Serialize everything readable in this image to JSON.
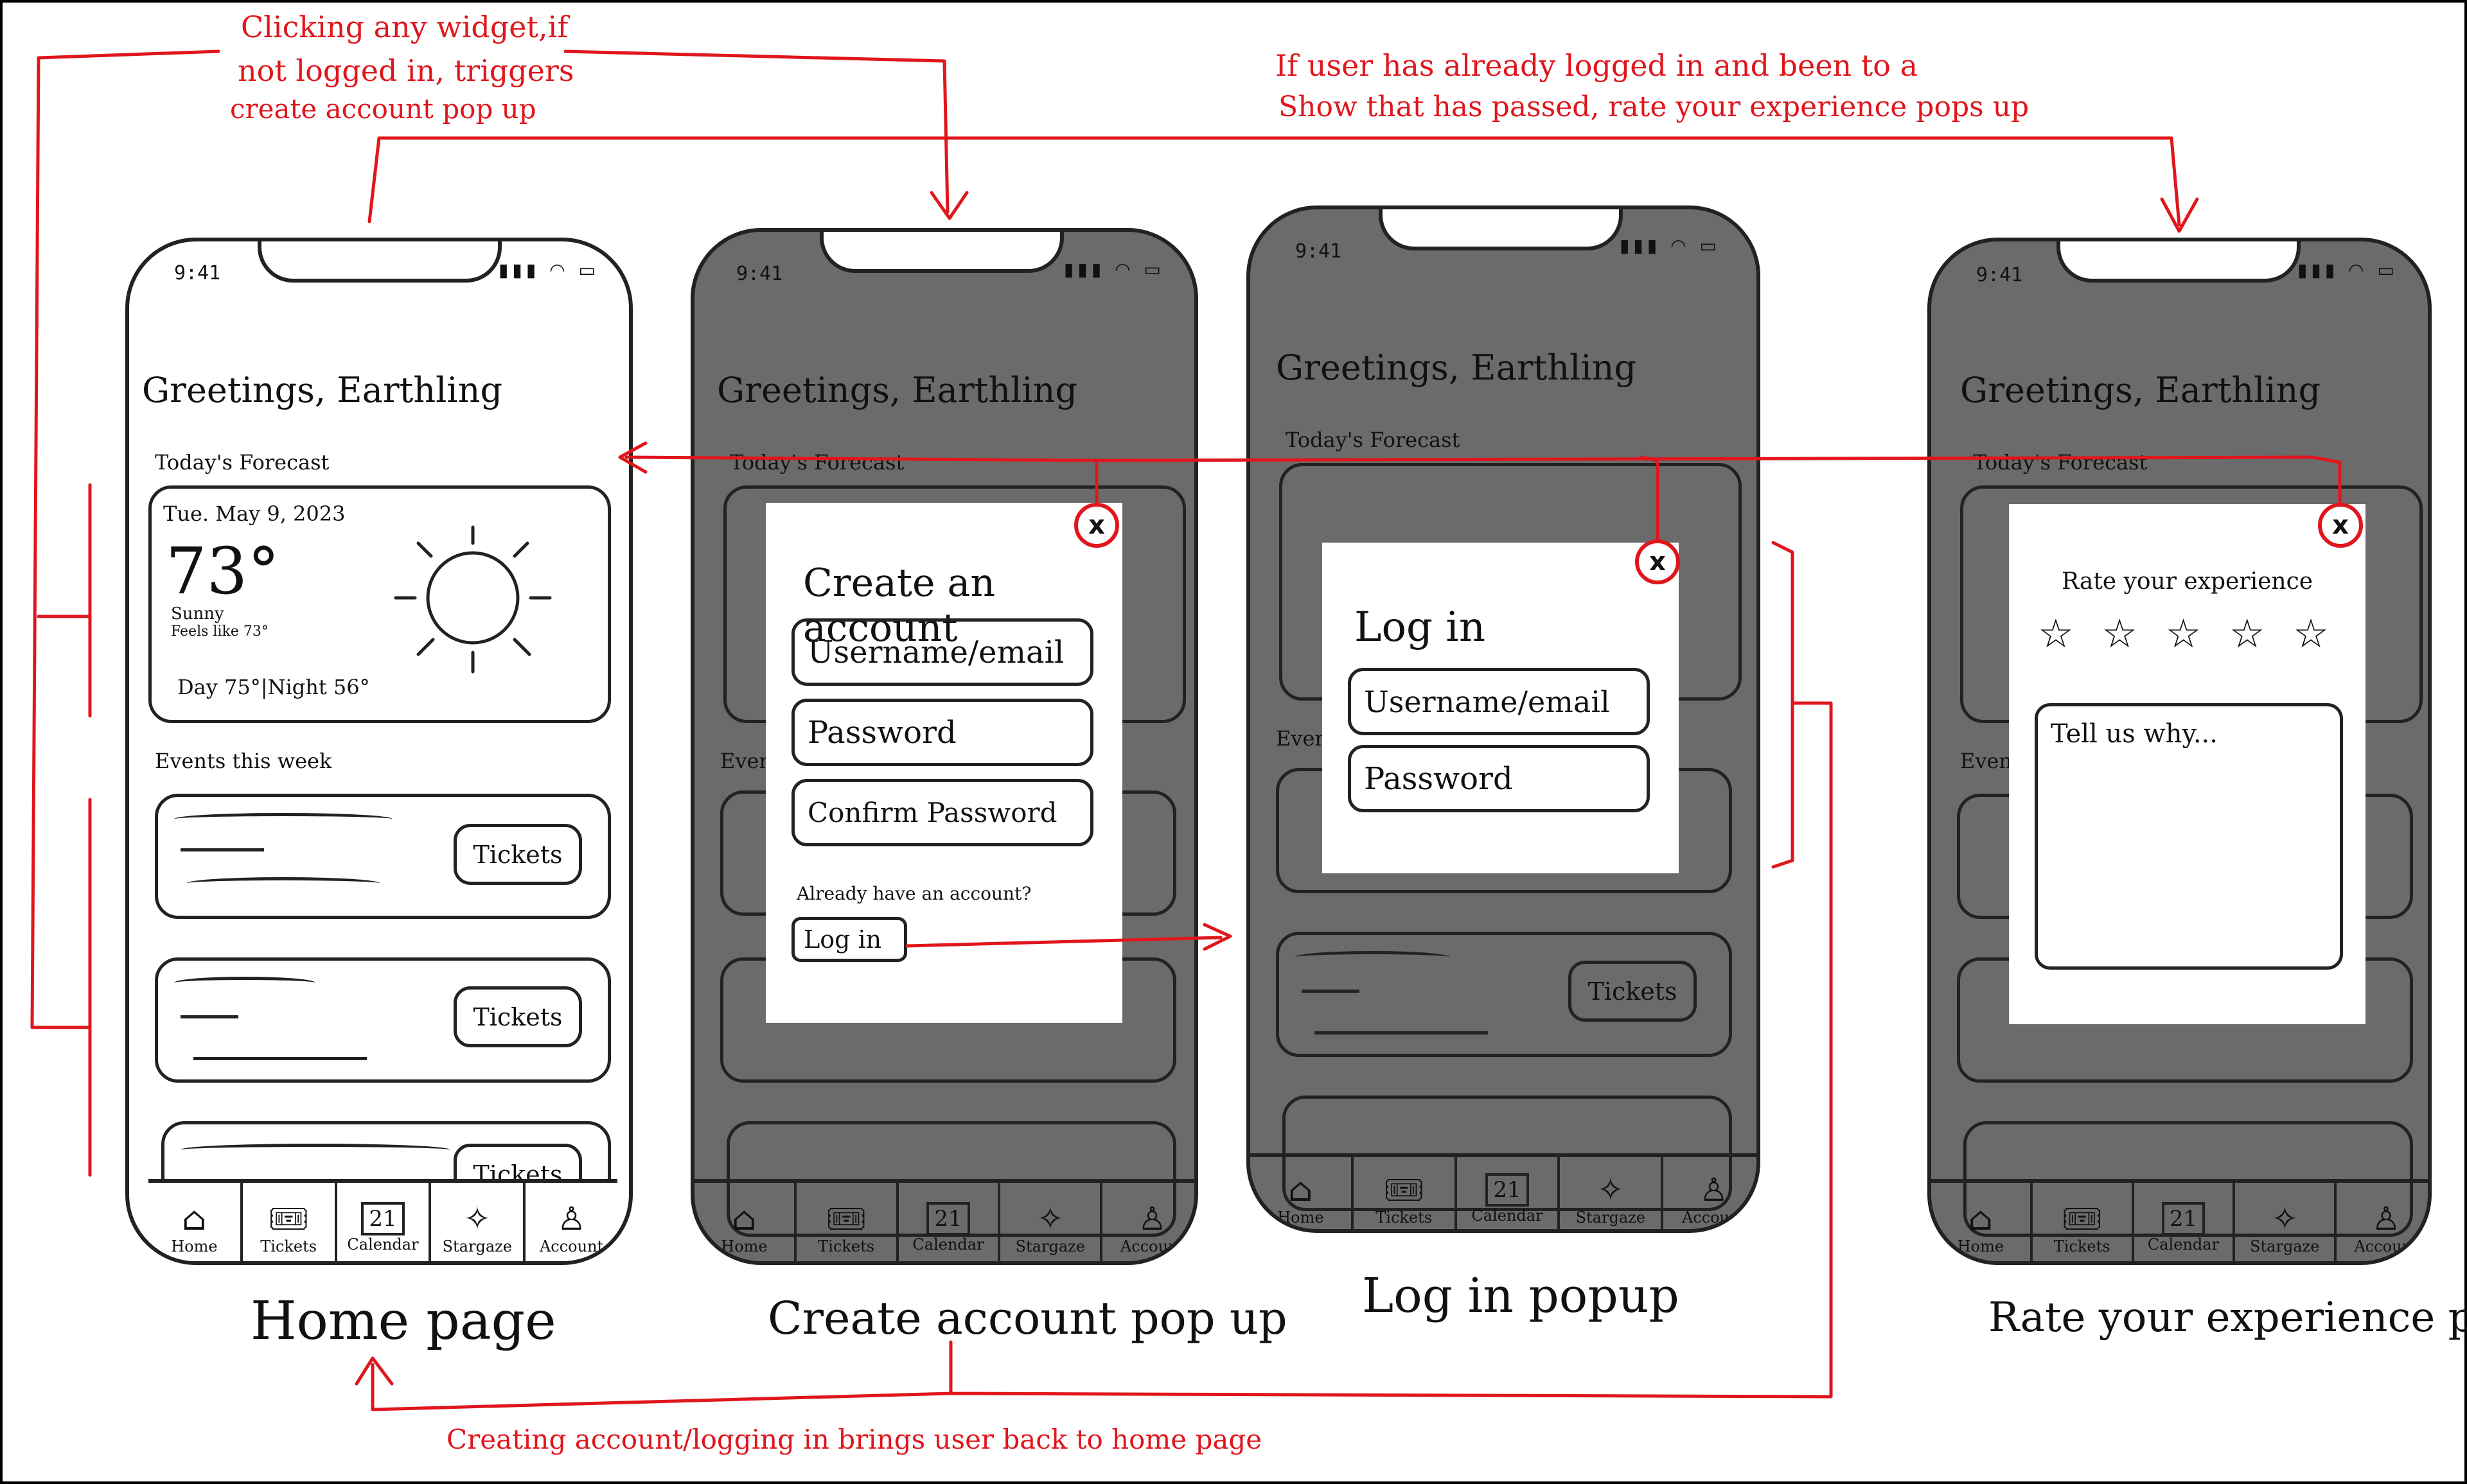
{
  "status": {
    "time": "9:41",
    "icons": "▮▮▮ ◠ ▭"
  },
  "home": {
    "greeting": "Greetings, Earthling",
    "forecast_label": "Today's Forecast",
    "date": "Tue. May 9, 2023",
    "temperature": "73°",
    "condition": "Sunny",
    "feels_like": "Feels like 73°",
    "day_night": "Day 75°|Night 56°",
    "events_label": "Events this week",
    "tickets_label": "Tickets"
  },
  "nav": [
    {
      "label": "Home",
      "icon": "home-icon",
      "glyph": "⌂"
    },
    {
      "label": "Tickets",
      "icon": "ticket-icon",
      "glyph": "🎟"
    },
    {
      "label": "Calendar",
      "icon": "calendar-icon",
      "glyph": "21"
    },
    {
      "label": "Stargaze",
      "icon": "constellation-icon",
      "glyph": "✧"
    },
    {
      "label": "Account",
      "icon": "user-icon",
      "glyph": "♙"
    }
  ],
  "create_account": {
    "title": "Create an account",
    "username_placeholder": "Username/email",
    "password_placeholder": "Password",
    "confirm_placeholder": "Confirm Password",
    "have_account": "Already have an account?",
    "login_button": "Log in"
  },
  "login": {
    "title": "Log in",
    "username_placeholder": "Username/email",
    "password_placeholder": "Password"
  },
  "rate": {
    "title": "Rate your experience",
    "stars": "☆ ☆ ☆ ☆ ☆",
    "rating_value": 0,
    "textarea_placeholder": "Tell us why..."
  },
  "close_label": "x",
  "captions": {
    "home": "Home page",
    "create": "Create account pop up",
    "login": "Log in popup",
    "rate": "Rate your experience popup"
  },
  "notes": {
    "widget_line1": "Clicking any widget,if",
    "widget_line2": "not logged in, triggers",
    "widget_line3": "create account pop up",
    "rate_line1": "If user has already logged in and been to a",
    "rate_line2": "Show that has passed, rate your experience pops up",
    "back_home": "Creating account/logging in brings user back to home page"
  },
  "colors": {
    "annotation": "#e0161d",
    "overlay": "#6b6b6b",
    "ink": "#222222"
  }
}
